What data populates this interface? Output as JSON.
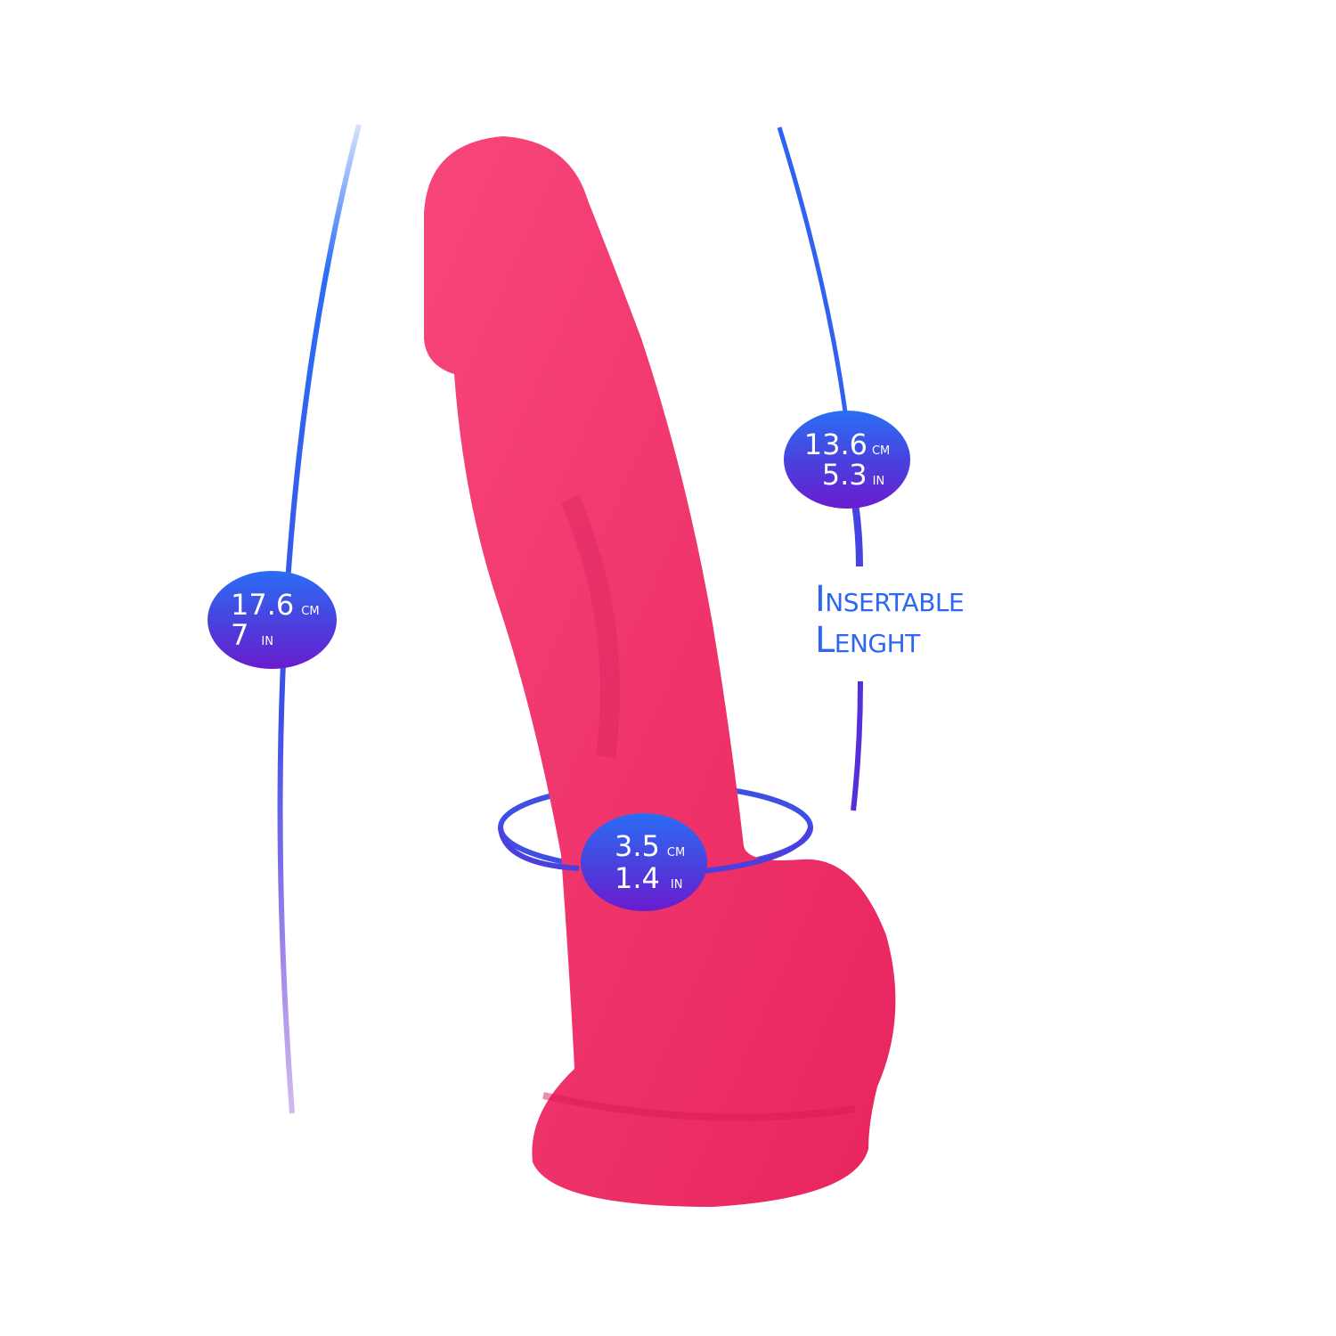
{
  "colors": {
    "accent_blue": "#2a6ef5",
    "accent_purple": "#6a1ccf",
    "product_pink": "#f03a6e"
  },
  "measurements": {
    "total_length": {
      "cm_value": "17.6",
      "cm_unit": "CM",
      "in_value": "7",
      "in_unit": "IN"
    },
    "insertable_length": {
      "cm_value": "13.6",
      "cm_unit": "CM",
      "in_value": "5.3",
      "in_unit": "IN",
      "caption_line1": "Insertable",
      "caption_line2": "Lenght"
    },
    "diameter": {
      "cm_value": "3.5",
      "cm_unit": "CM",
      "in_value": "1.4",
      "in_unit": "IN"
    }
  }
}
